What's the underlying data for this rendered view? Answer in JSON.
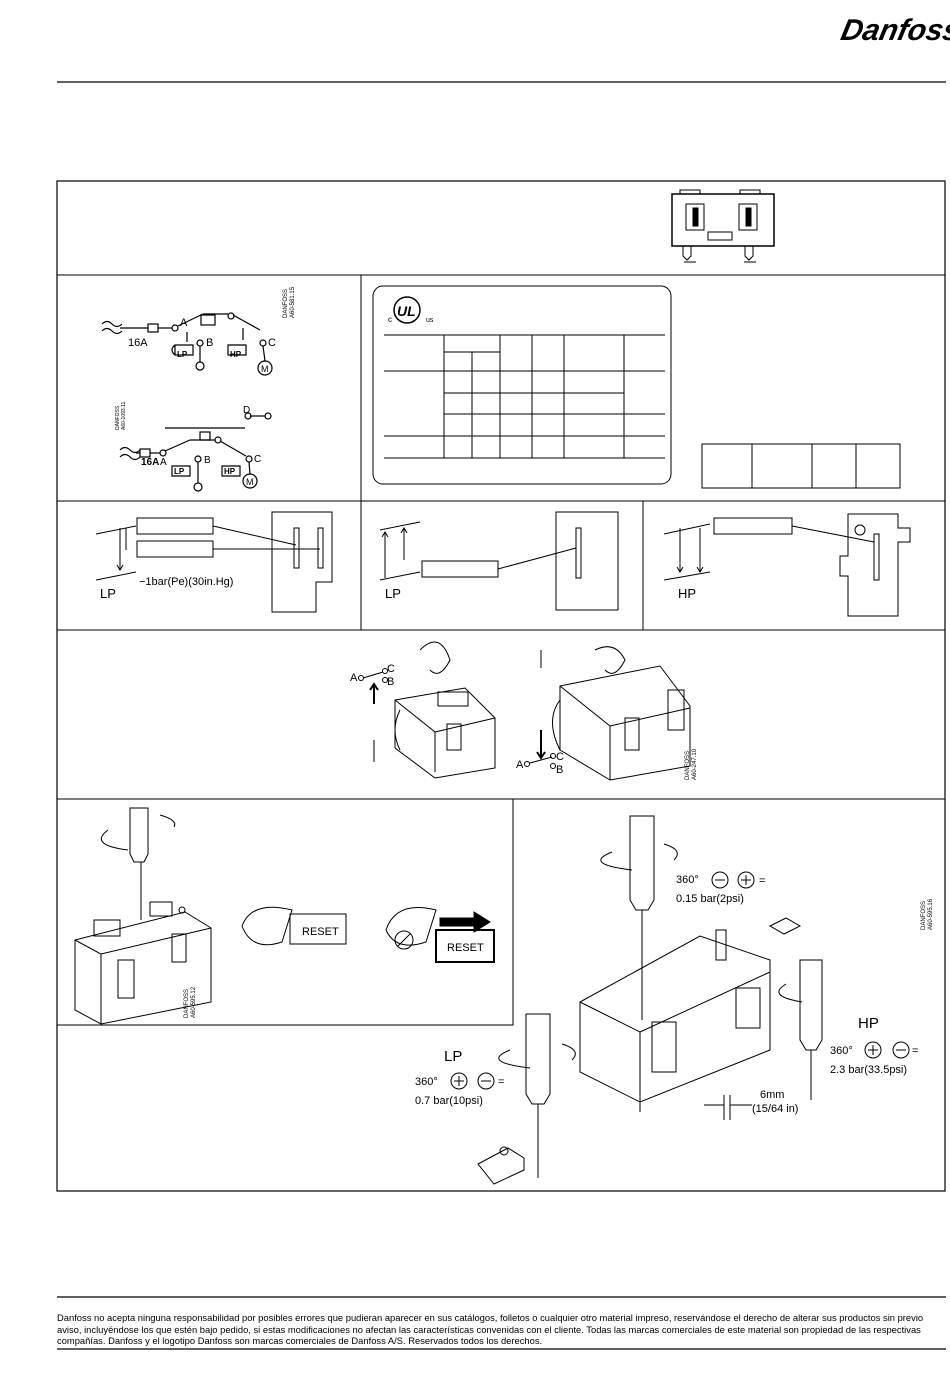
{
  "header": {
    "brand_logo": "Danfoss"
  },
  "wiring": {
    "fuse": "16A",
    "terminals": [
      "A",
      "B",
      "C",
      "D"
    ],
    "lp": "LP",
    "hp": "HP",
    "motor": "M",
    "ref_top": "DANFOSS A60-581.15",
    "ref_bottom": "DANFOSS A60-1093.11"
  },
  "ul": {
    "mark_c": "c",
    "mark_ul": "UL",
    "mark_us": "us"
  },
  "setting": {
    "lp_label_1": "LP",
    "vacuum_note": "−1bar(Pe)(30in.Hg)",
    "lp_label_2": "LP",
    "hp_label": "HP"
  },
  "test": {
    "a": "A",
    "b": "B",
    "c": "C",
    "ref": "DANFOSS A60-247.10"
  },
  "reset": {
    "button_1": "RESET",
    "button_2": "RESET",
    "ref": "DANFOSS A60-595.12"
  },
  "adjust": {
    "top_angle": "360°",
    "top_value": "0.15  bar(2psi)",
    "lp_label": "LP",
    "lp_angle": "360°",
    "lp_value": "0.7  bar(10psi)",
    "hp_label": "HP",
    "hp_angle": "360°",
    "hp_value": "2.3  bar(33.5psi)",
    "dim_mm": "6mm",
    "dim_in": "(15/64 in)",
    "ref": "DANFOSS A60-595.16"
  },
  "footer": {
    "disclaimer": "Danfoss no acepta ninguna responsabilidad por posibles errores que pudieran aparecer en sus catálogos, folletos o cualquier otro material impreso, reservándose el derecho de alterar sus productos sin previo aviso, incluyéndose los que estén bajo pedido, si estas modificaciones no afectan las características convenidas con el cliente. Todas las marcas comerciales de este material son propiedad de las respectivas compañías. Danfoss y el logotipo Danfoss son marcas comerciales de Danfoss A/S. Reservados todos los derechos."
  }
}
